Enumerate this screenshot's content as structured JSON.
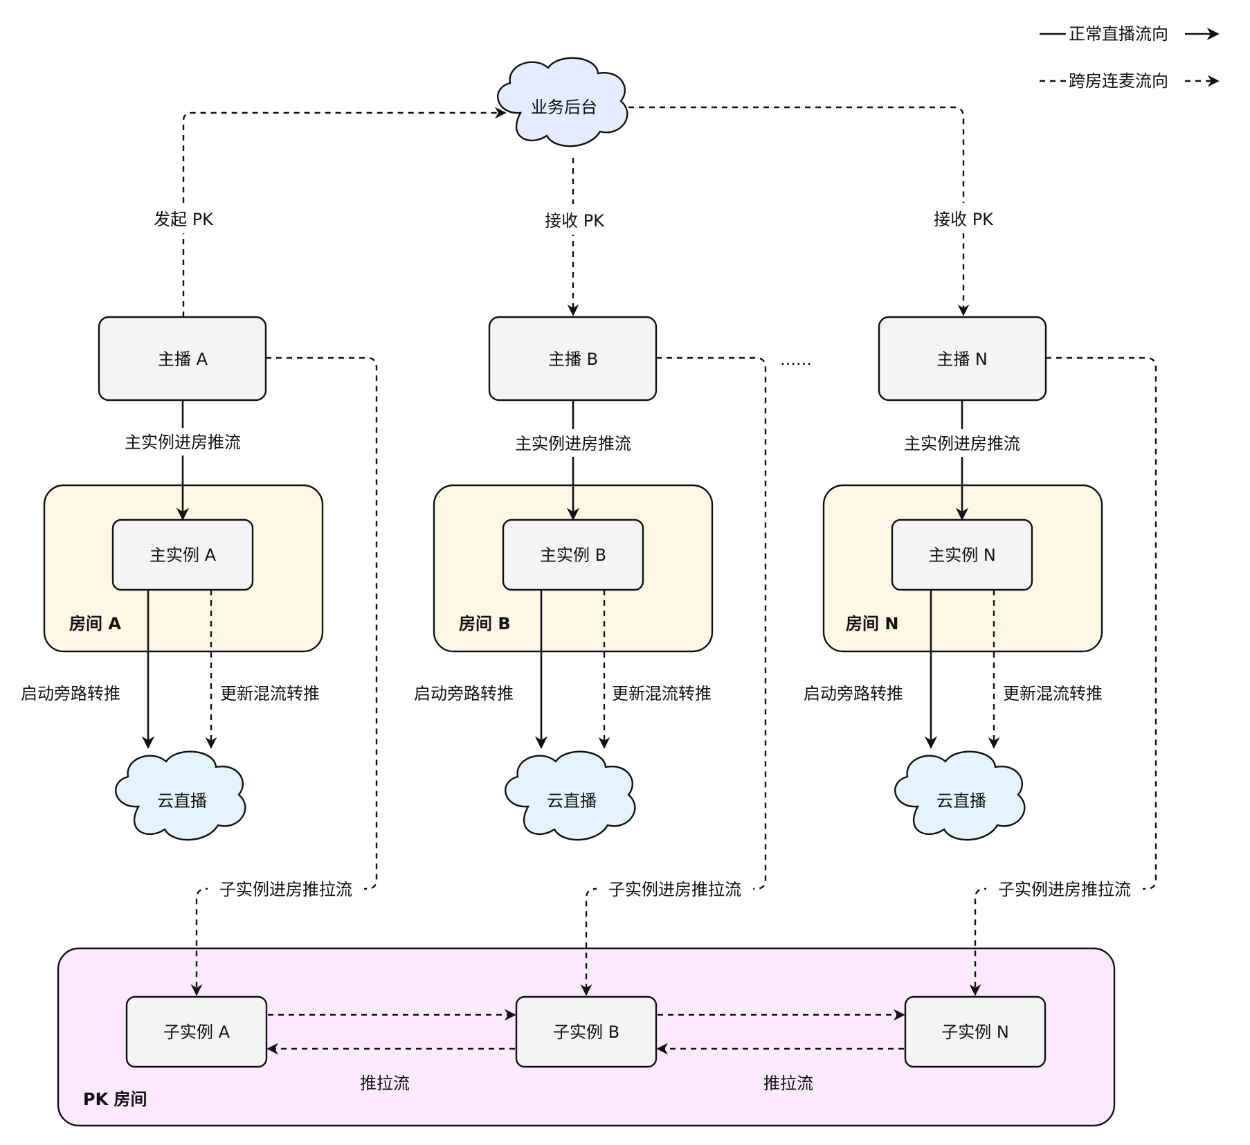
{
  "legend": {
    "normal": "正常直播流向",
    "pk": "跨房连麦流向"
  },
  "cloud_backend": "业务后台",
  "ellipsis": "......",
  "anchors": [
    {
      "label": "主播 A",
      "pk_label": "发起 PK"
    },
    {
      "label": "主播 B",
      "pk_label": "接收 PK"
    },
    {
      "label": "主播 N",
      "pk_label": "接收 PK"
    }
  ],
  "main_push_label": "主实例进房推流",
  "rooms": [
    {
      "name": "房间 A",
      "instance": "主实例 A"
    },
    {
      "name": "房间 B",
      "instance": "主实例 B"
    },
    {
      "name": "房间 N",
      "instance": "主实例 N"
    }
  ],
  "bypass_label": "启动旁路转推",
  "mix_label": "更新混流转推",
  "cloud_live": "云直播",
  "sub_push_label": "子实例进房推拉流",
  "pk_room": {
    "name": "PK 房间",
    "sub_instances": [
      "子实例 A",
      "子实例 B",
      "子实例 N"
    ],
    "push_pull_label": "推拉流"
  }
}
